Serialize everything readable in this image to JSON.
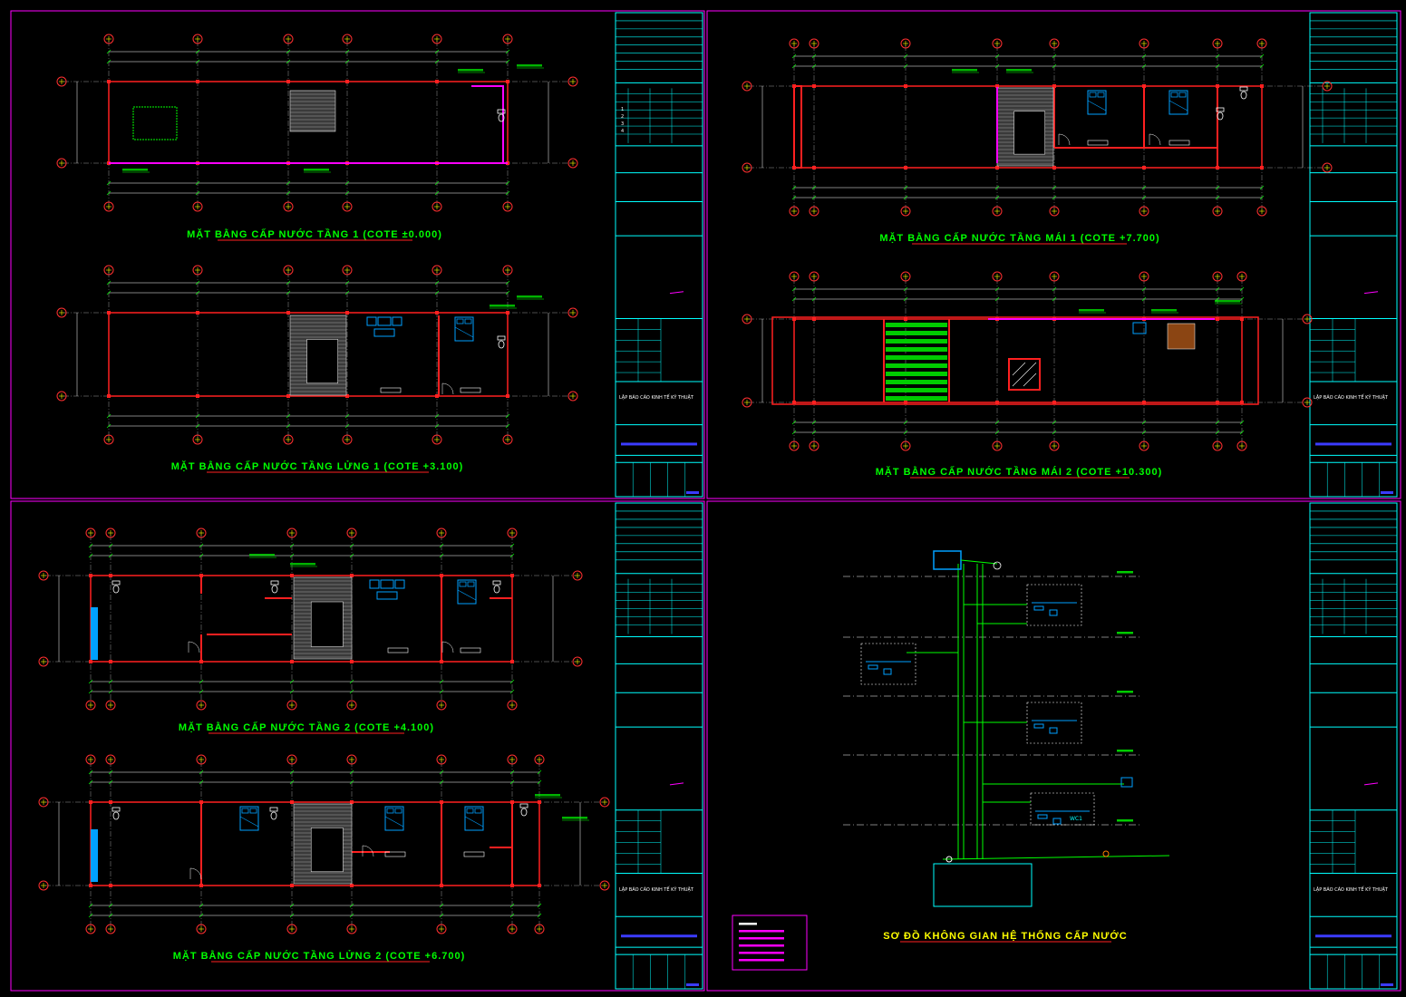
{
  "sheets": [
    {
      "id": "sheet-1",
      "plans": [
        {
          "title": "MẶT BẰNG CẤP NƯỚC TẦNG 1 (COTE ±0.000)",
          "type": "ground"
        },
        {
          "title": "MẶT BẰNG CẤP NƯỚC TẦNG LỬNG 1 (COTE +3.100)",
          "type": "mezz"
        }
      ]
    },
    {
      "id": "sheet-2",
      "plans": [
        {
          "title": "MẶT BẰNG CẤP NƯỚC TẦNG MÁI 1 (COTE +7.700)",
          "type": "roof1"
        },
        {
          "title": "MẶT BẰNG CẤP NƯỚC TẦNG MÁI 2 (COTE +10.300)",
          "type": "roof2"
        }
      ]
    },
    {
      "id": "sheet-3",
      "plans": [
        {
          "title": "MẶT BẰNG CẤP NƯỚC TẦNG 2 (COTE +4.100)",
          "type": "floor2"
        },
        {
          "title": "MẶT BẰNG CẤP NƯỚC TẦNG LỬNG 2 (COTE +6.700)",
          "type": "mezz2"
        }
      ]
    },
    {
      "id": "sheet-4",
      "plans": [
        {
          "title": "SƠ ĐỒ KHÔNG GIAN HỆ THỐNG CẤP NƯỚC",
          "type": "iso"
        }
      ]
    }
  ],
  "title_block": {
    "project_line": "LẬP BÁO CÁO KINH TẾ KỸ THUẬT",
    "revision_numbers": [
      "1",
      "2",
      "3",
      "4"
    ]
  },
  "iso_labels": {
    "wc": "WC1"
  },
  "colors": {
    "wall": "#ff2020",
    "pipe": "#ff00ff",
    "grid_bubble": "#ff3030",
    "frame": "#00ffff",
    "title": "#00ff00",
    "fixture": "#00a0ff"
  }
}
